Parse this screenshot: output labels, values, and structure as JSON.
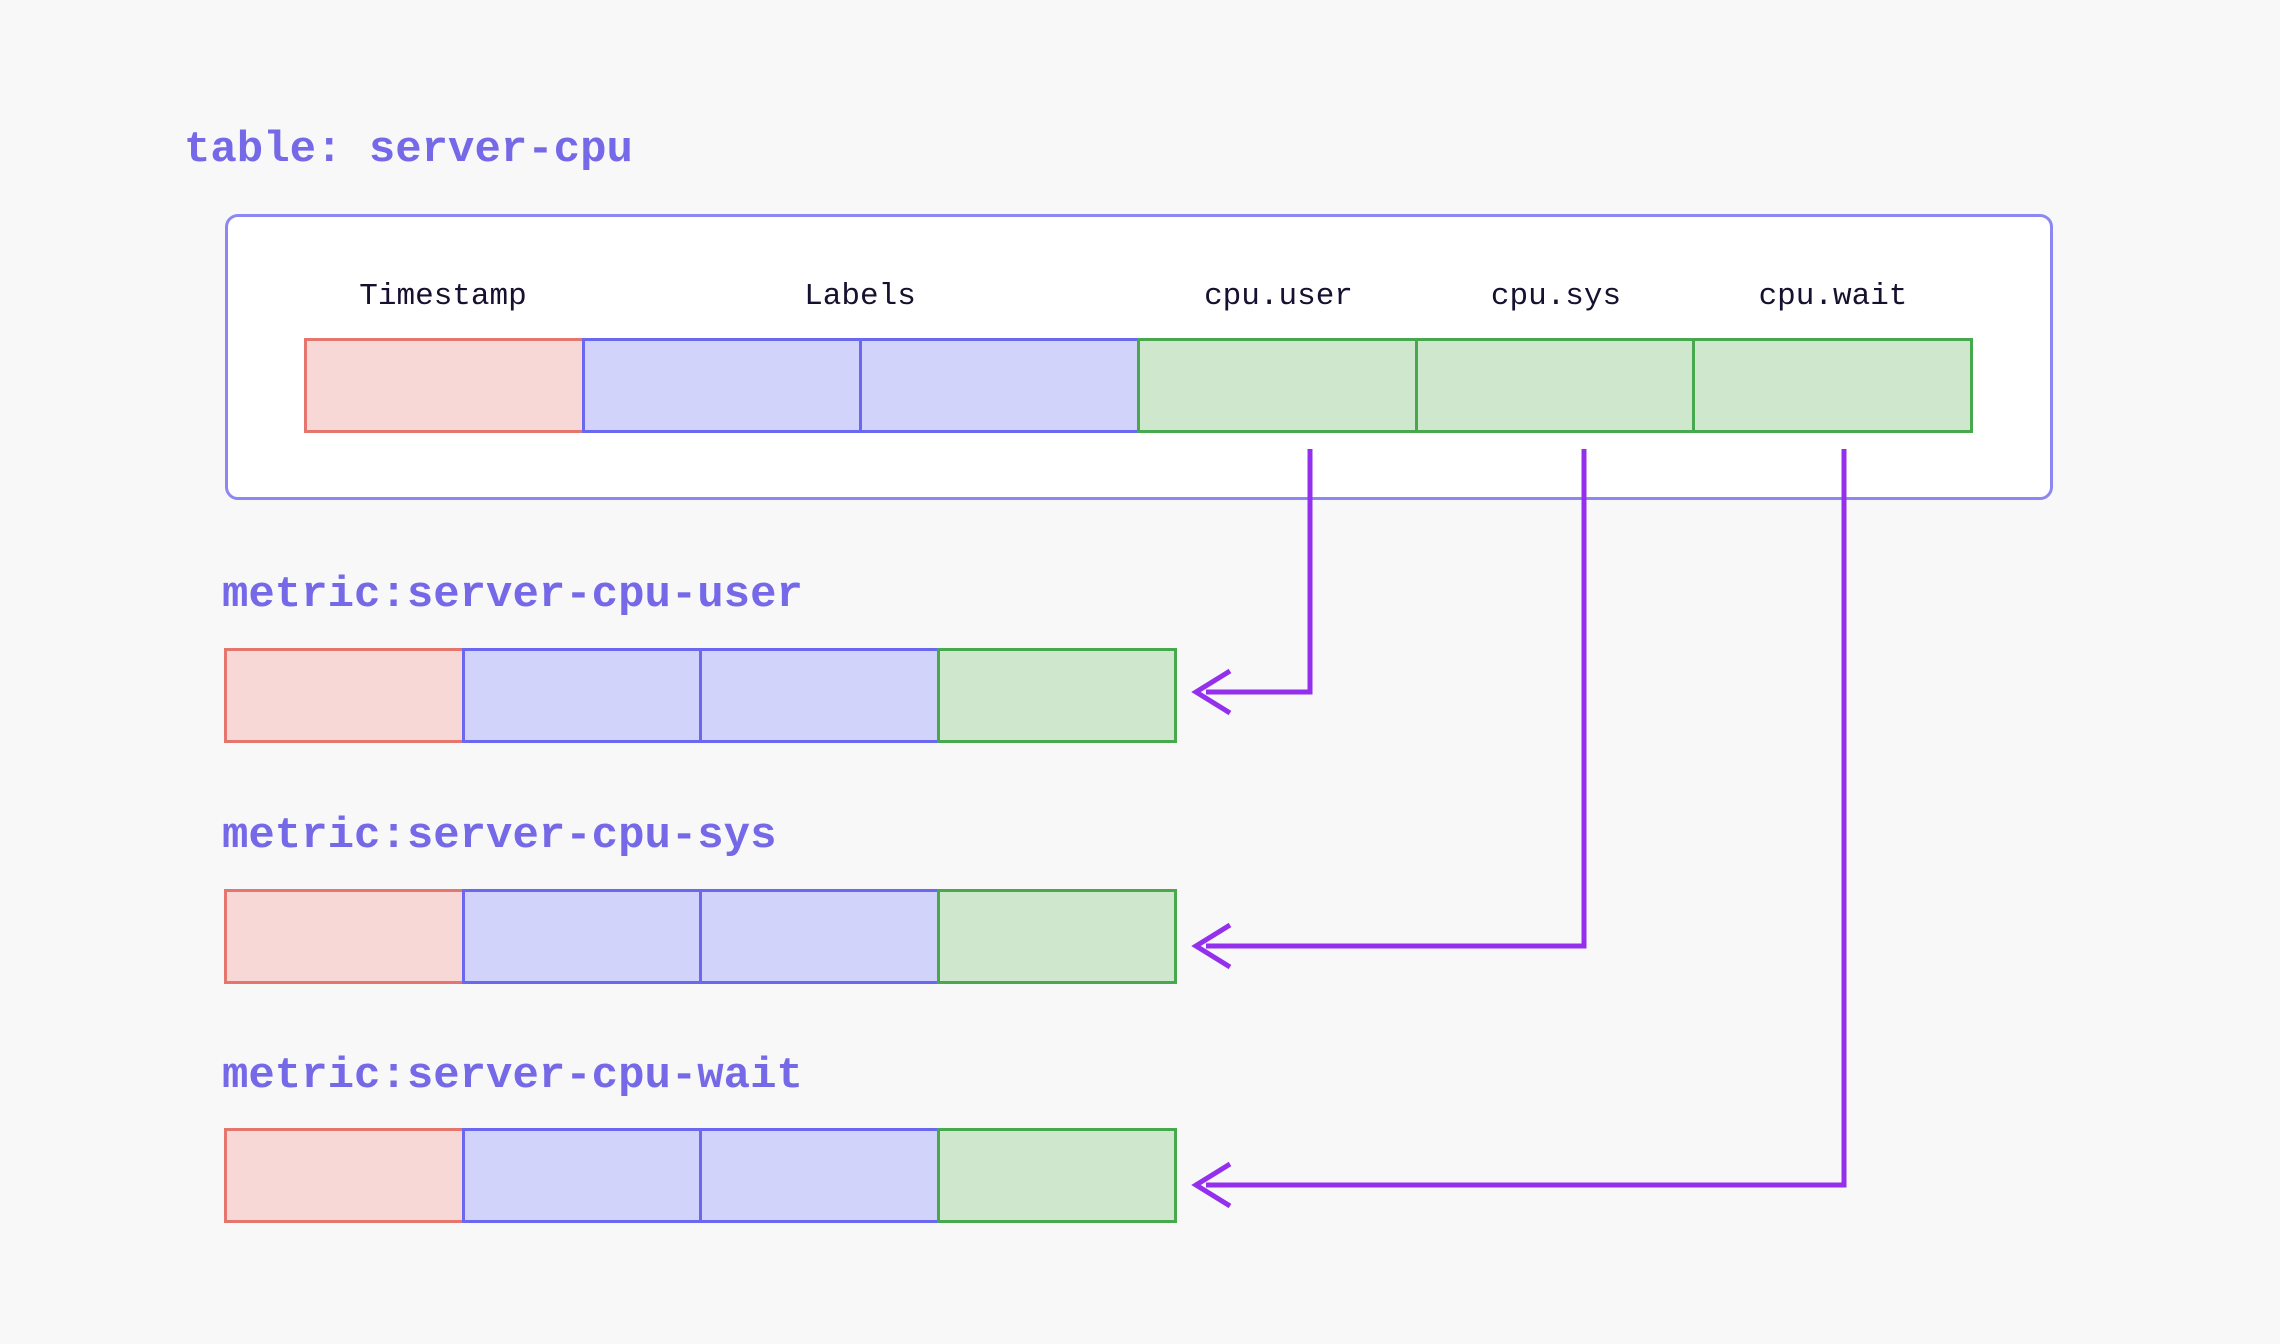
{
  "title": {
    "text": "table: server-cpu"
  },
  "table": {
    "columns": [
      "Timestamp",
      "Labels",
      "cpu.user",
      "cpu.sys",
      "cpu.wait"
    ],
    "cells": [
      "timestamp",
      "label",
      "label",
      "value",
      "value",
      "value"
    ]
  },
  "metrics": [
    {
      "title": "metric:server-cpu-user",
      "source_column": "cpu.user",
      "cells": [
        "timestamp",
        "label",
        "label",
        "value"
      ]
    },
    {
      "title": "metric:server-cpu-sys",
      "source_column": "cpu.sys",
      "cells": [
        "timestamp",
        "label",
        "label",
        "value"
      ]
    },
    {
      "title": "metric:server-cpu-wait",
      "source_column": "cpu.wait",
      "cells": [
        "timestamp",
        "label",
        "label",
        "value"
      ]
    }
  ],
  "arrows": [
    {
      "from_column": "cpu.user",
      "to_metric": "metric:server-cpu-user"
    },
    {
      "from_column": "cpu.sys",
      "to_metric": "metric:server-cpu-sys"
    },
    {
      "from_column": "cpu.wait",
      "to_metric": "metric:server-cpu-wait"
    }
  ],
  "colors": {
    "page_bg": "#f8f8f9",
    "container_border": "#8d87f3",
    "container_bg": "#ffffff",
    "heading_text": "#7569e8",
    "column_text": "#17102e",
    "timestamp_fill": "#f8d8d6",
    "timestamp_border": "#e4766e",
    "label_fill": "#d2d3fa",
    "label_border": "#6a68f0",
    "value_fill": "#cfe7cd",
    "value_border": "#48a84d",
    "arrow": "#9430ed"
  }
}
